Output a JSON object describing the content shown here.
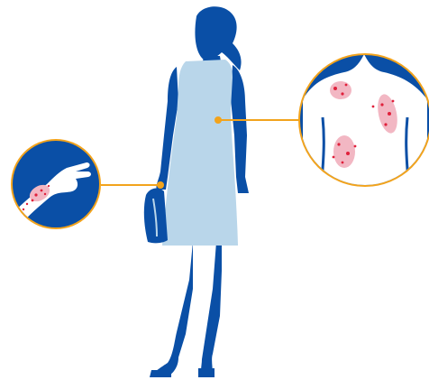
{
  "illustration": {
    "subject": "woman-figure",
    "callouts": [
      {
        "id": "hand-callout",
        "depicts": "hand-with-rash-icon"
      },
      {
        "id": "back-callout",
        "depicts": "back-with-rash-patches-icon"
      }
    ]
  },
  "colors": {
    "figure_blue": "#0a4fa6",
    "dress_light_blue": "#b9d6ea",
    "callout_ring_orange": "#f2a31c",
    "connector_orange": "#f2a31c",
    "rash_pink": "#f2b7c3",
    "rash_dot_red": "#e0203b",
    "callout_fill_blue": "#0a4fa6",
    "skin_white": "#ffffff"
  }
}
